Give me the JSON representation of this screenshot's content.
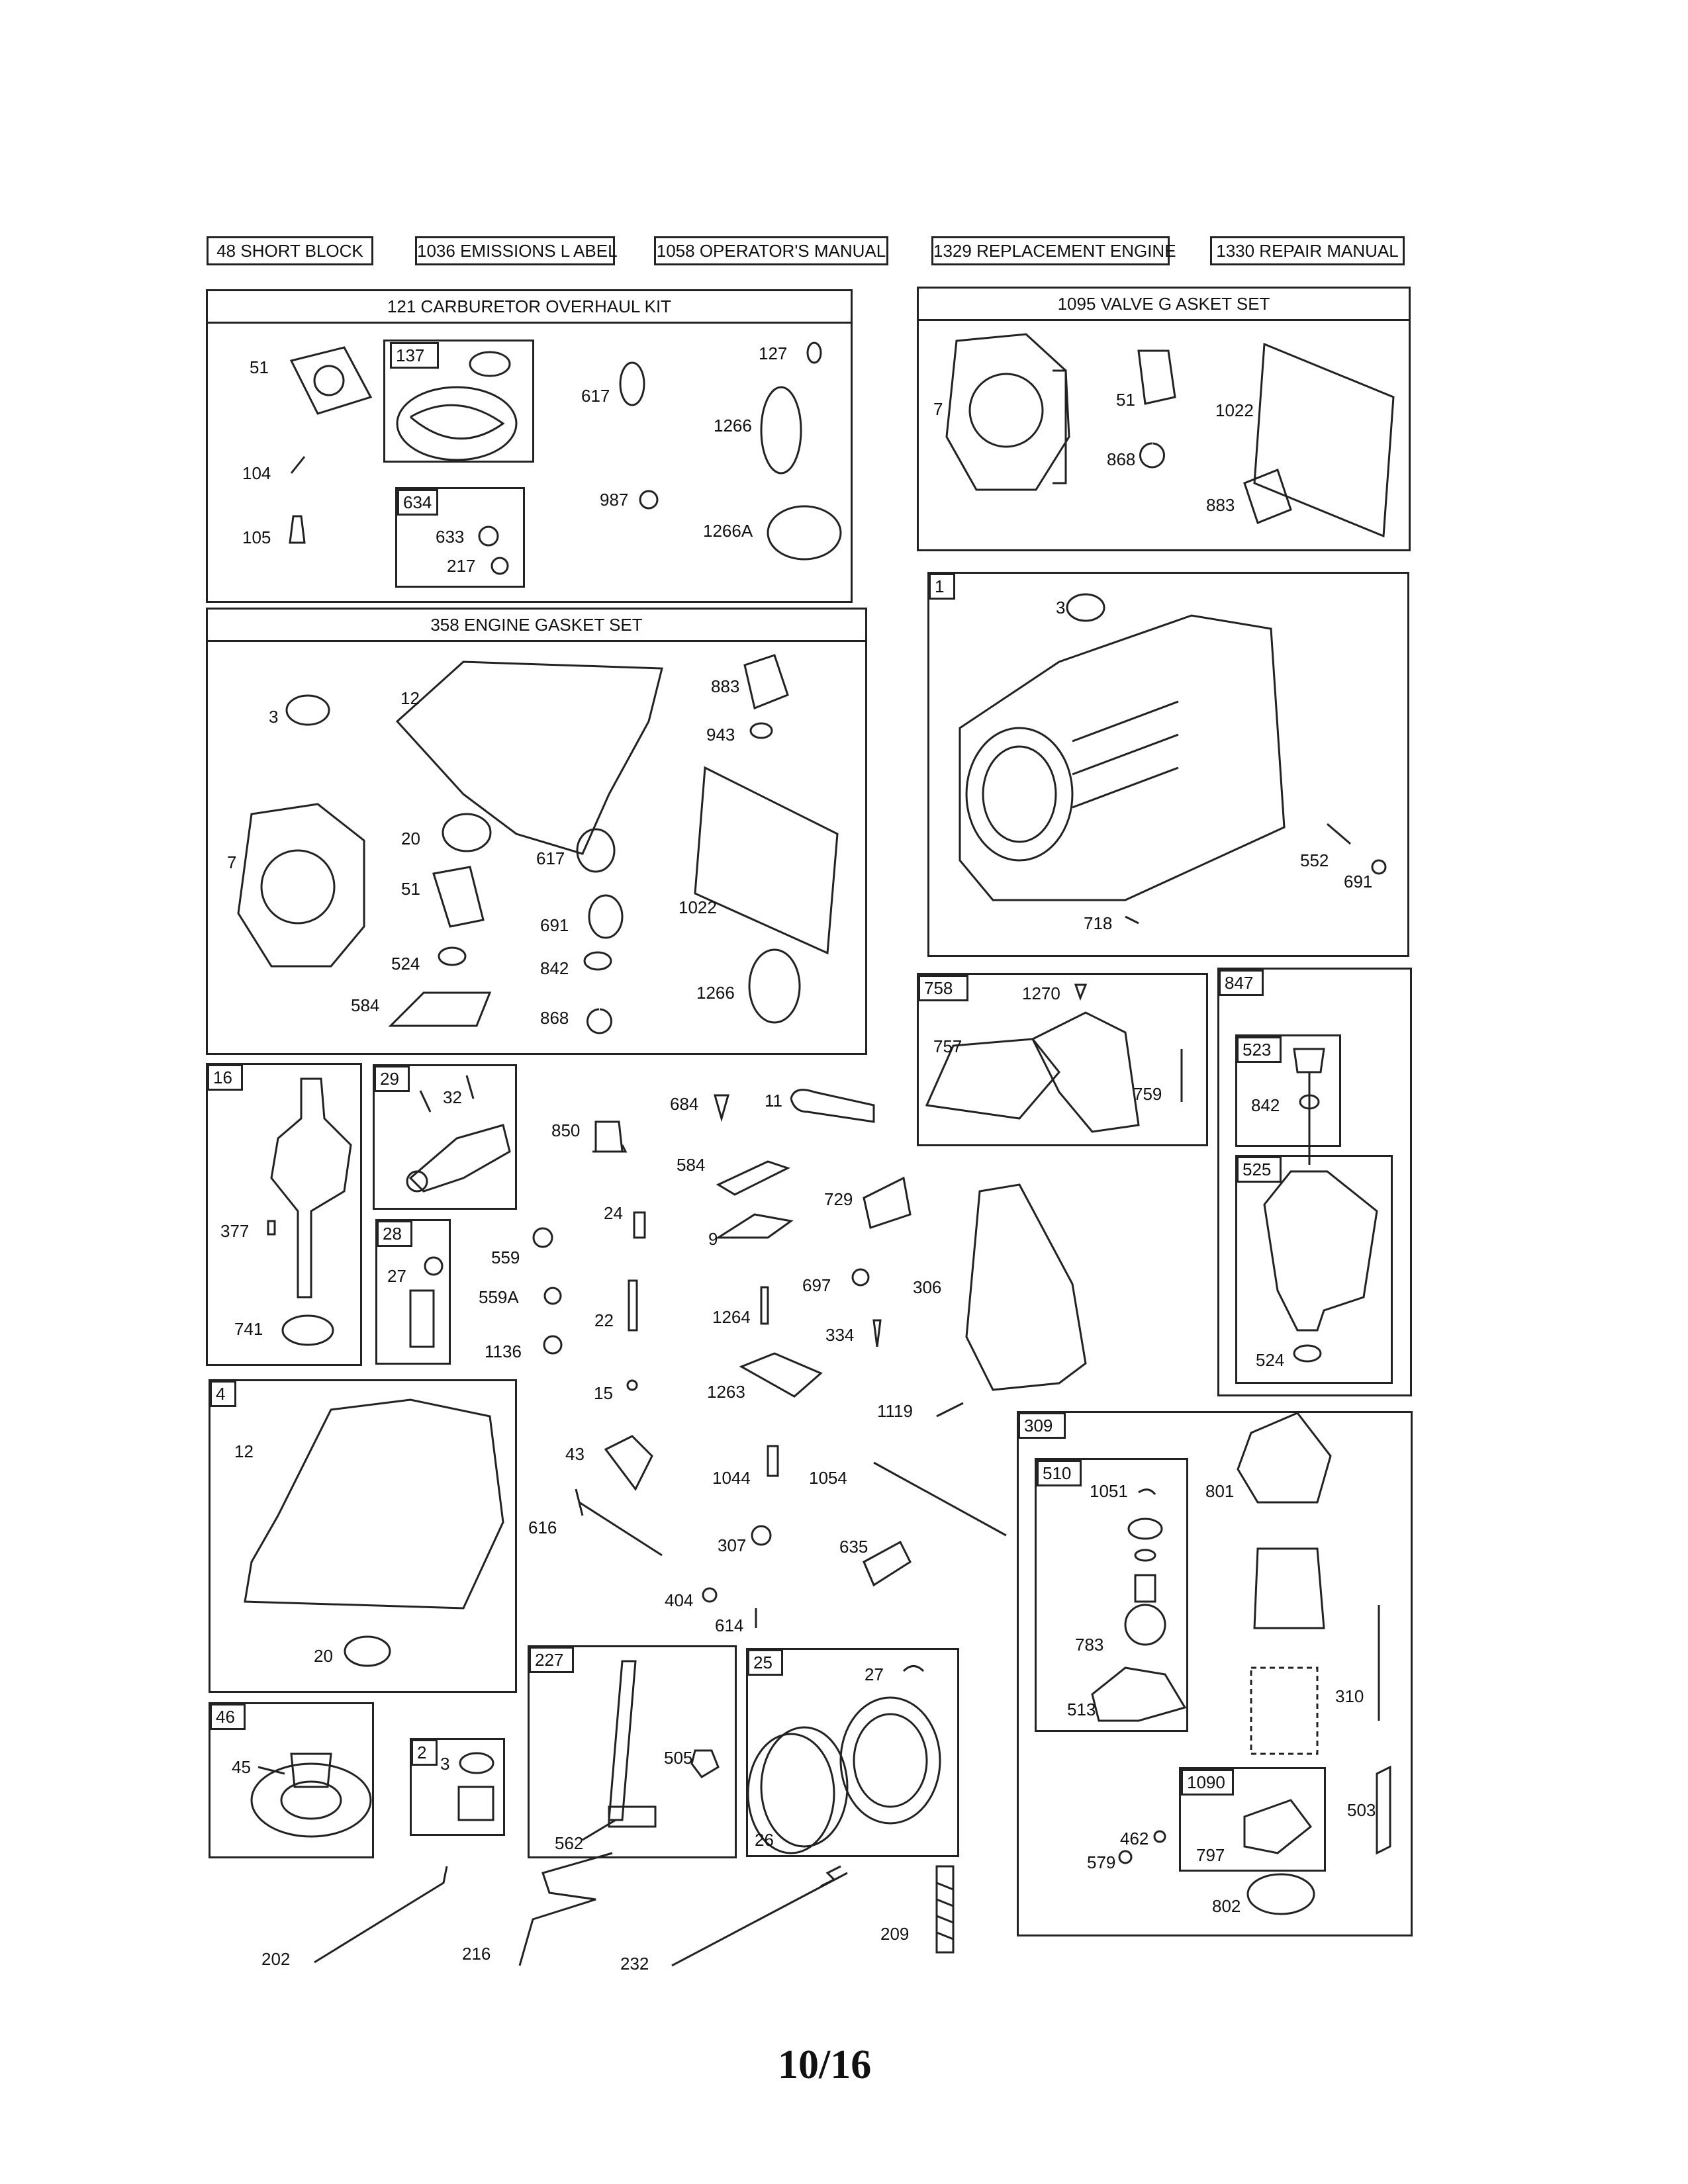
{
  "kits": [
    {
      "id": "kit-48",
      "text": "48 SHORT BLOCK"
    },
    {
      "id": "kit-1036",
      "text": "1036 EMISSIONS L ABEL"
    },
    {
      "id": "kit-1058",
      "text": "1058 OPERATOR'S MANUAL"
    },
    {
      "id": "kit-1329",
      "text": "1329 REPLACEMENT ENGINE"
    },
    {
      "id": "kit-1330",
      "text": "1330 REPAIR MANUAL"
    }
  ],
  "boxes": {
    "carb_kit": "121 CARBURETOR OVERHAUL KIT",
    "valve_gasket": "1095 VALVE G ASKET SET",
    "engine_gasket": "358 ENGINE GASKET SET"
  },
  "tags": {
    "t137": "137",
    "t634": "634",
    "t1": "1",
    "t758": "758",
    "t847": "847",
    "t523": "523",
    "t525": "525",
    "t16": "16",
    "t29": "29",
    "t28": "28",
    "t4": "4",
    "t309": "309",
    "t510": "510",
    "t227": "227",
    "t25": "25",
    "t46": "46",
    "t2": "2",
    "t1090": "1090"
  },
  "labels": {
    "l51a": "51",
    "l104": "104",
    "l105": "105",
    "l617a": "617",
    "l127": "127",
    "l1266a": "1266",
    "l987": "987",
    "l1266A": "1266A",
    "l633": "633",
    "l217": "217",
    "l7a": "7",
    "l51b": "51",
    "l1022a": "1022",
    "l868a": "868",
    "l883a": "883",
    "l3a": "3",
    "l552": "552",
    "l691a": "691",
    "l718": "718",
    "l3b": "3",
    "l12a": "12",
    "l883b": "883",
    "l943": "943",
    "l7b": "7",
    "l20a": "20",
    "l617b": "617",
    "l51c": "51",
    "l691b": "691",
    "l1022b": "1022",
    "l524a": "524",
    "l842a": "842",
    "l584a": "584",
    "l868b": "868",
    "l1266b": "1266",
    "l1270": "1270",
    "l757": "757",
    "l759": "759",
    "l842b": "842",
    "l524b": "524",
    "l32": "32",
    "l377": "377",
    "l741": "741",
    "l27a": "27",
    "l850": "850",
    "l684": "684",
    "l11": "11",
    "l584b": "584",
    "l729": "729",
    "l24": "24",
    "l9": "9",
    "l559": "559",
    "l559A": "559A",
    "l22": "22",
    "l1136": "1136",
    "l697": "697",
    "l306": "306",
    "l1264": "1264",
    "l334": "334",
    "l1263": "1263",
    "l15": "15",
    "l1119": "1119",
    "l12b": "12",
    "l43": "43",
    "l1044": "1044",
    "l1054": "1054",
    "l616": "616",
    "l307": "307",
    "l635": "635",
    "l404": "404",
    "l614": "614",
    "l20b": "20",
    "l1051": "1051",
    "l801": "801",
    "l783": "783",
    "l513": "513",
    "l310": "310",
    "l503": "503",
    "l462": "462",
    "l579": "579",
    "l797": "797",
    "l802": "802",
    "l505": "505",
    "l562": "562",
    "l27b": "27",
    "l26": "26",
    "l45": "45",
    "l3c": "3",
    "l202": "202",
    "l216": "216",
    "l232": "232",
    "l209": "209"
  },
  "page_number": "10/16"
}
